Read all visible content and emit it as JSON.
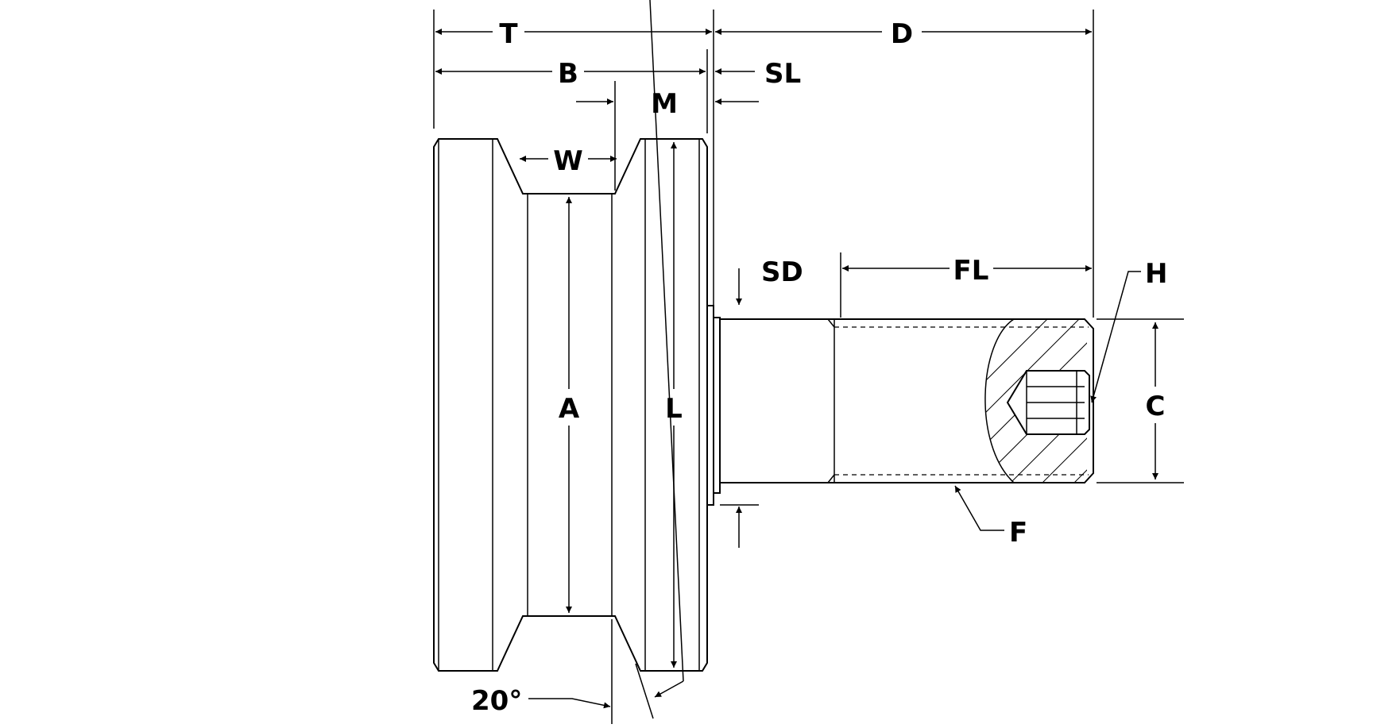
{
  "labels": {
    "T": "T",
    "D": "D",
    "B": "B",
    "SL": "SL",
    "M": "M",
    "W": "W",
    "A": "A",
    "L": "L",
    "SD": "SD",
    "FL": "FL",
    "H": "H",
    "C": "C",
    "F": "F",
    "angle": "20°"
  }
}
